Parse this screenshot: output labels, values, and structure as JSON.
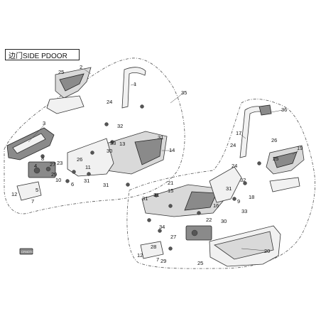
{
  "title": "边门SIDE PDOOR",
  "logo_text": "CFMOTO",
  "callouts": [
    "1",
    "2",
    "3",
    "4",
    "5",
    "6",
    "7",
    "8",
    "9",
    "10",
    "11",
    "12",
    "13",
    "14",
    "15",
    "16",
    "17",
    "18",
    "19",
    "20",
    "21",
    "22",
    "23",
    "24",
    "25",
    "26",
    "27",
    "28",
    "29",
    "30",
    "31",
    "32",
    "33",
    "34",
    "35",
    "36"
  ]
}
